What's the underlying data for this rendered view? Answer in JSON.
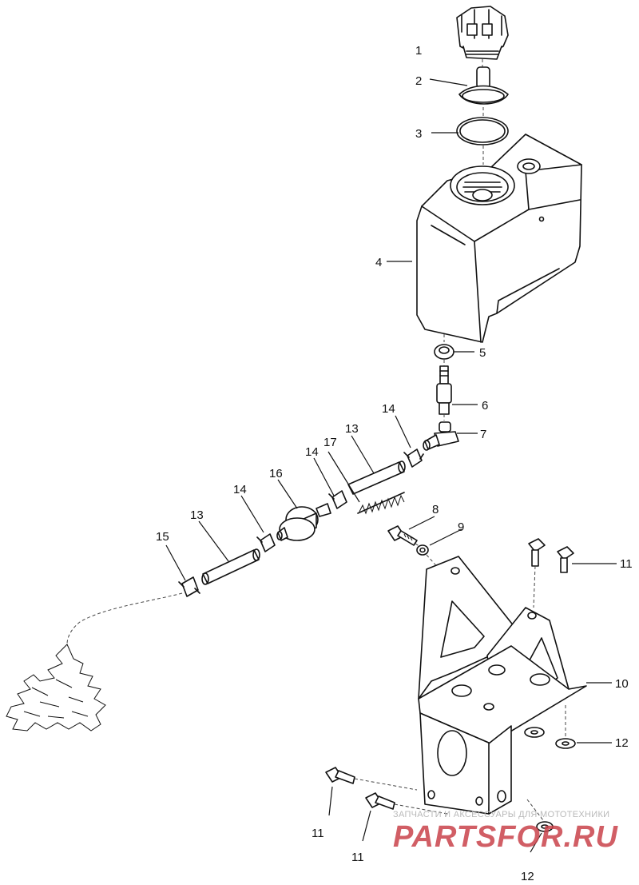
{
  "callouts": {
    "c1": "1",
    "c2": "2",
    "c3": "3",
    "c4": "4",
    "c5": "5",
    "c6": "6",
    "c7": "7",
    "c8": "8",
    "c9": "9",
    "c10": "10",
    "c11a": "11",
    "c11b": "11",
    "c11c": "11",
    "c12a": "12",
    "c12b": "12",
    "c13a": "13",
    "c13b": "13",
    "c14a": "14",
    "c14b": "14",
    "c14c": "14",
    "c15": "15",
    "c16": "16",
    "c17": "17"
  },
  "watermark": {
    "tagline": "ЗАПЧАСТИ И АКСЕССУАРЫ ДЛЯ МОТОТЕХНИКИ",
    "logo": "PARTSFOR.RU"
  }
}
